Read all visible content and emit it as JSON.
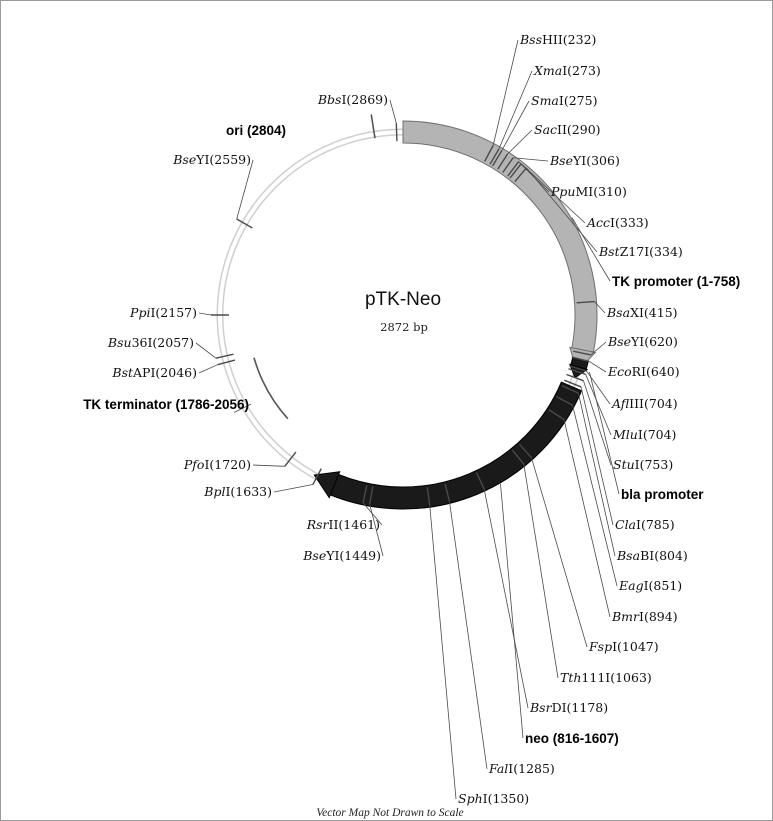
{
  "plasmid": {
    "name": "pTK-Neo",
    "size_label": "2872 bp",
    "length": 2872
  },
  "footer": "Vector Map Not Drawn to Scale",
  "features": [
    {
      "id": "tk-promoter",
      "label": "TK promoter (1-758)",
      "shape": "arrow",
      "color": "gray"
    },
    {
      "id": "bla-promoter",
      "label": "bla promoter",
      "shape": "arrow",
      "color": "black"
    },
    {
      "id": "neo",
      "label": "neo (816-1607)",
      "shape": "arrow",
      "color": "black"
    },
    {
      "id": "tk-terminator",
      "label": "TK terminator (1786-2056)",
      "shape": "mark"
    },
    {
      "id": "ori",
      "label": "ori (2804)",
      "shape": "mark"
    }
  ],
  "sites": [
    {
      "italic": "Bss",
      "rest": "HII",
      "pos": "(232)"
    },
    {
      "italic": "Xma",
      "rest": "I",
      "pos": "(273)"
    },
    {
      "italic": "Sma",
      "rest": "I",
      "pos": "(275)"
    },
    {
      "italic": "Sac",
      "rest": "II",
      "pos": "(290)"
    },
    {
      "italic": "Bse",
      "rest": "YI",
      "pos": "(306)"
    },
    {
      "italic": "Ppu",
      "rest": "MI",
      "pos": "(310)"
    },
    {
      "italic": "Acc",
      "rest": "I",
      "pos": "(333)"
    },
    {
      "italic": "Bst",
      "rest": "Z17I",
      "pos": "(334)"
    },
    {
      "italic": "Bsa",
      "rest": "XI",
      "pos": "(415)"
    },
    {
      "italic": "Bse",
      "rest": "YI",
      "pos": "(620)"
    },
    {
      "italic": "Eco",
      "rest": "RI",
      "pos": "(640)"
    },
    {
      "italic": "Afl",
      "rest": "III",
      "pos": "(704)"
    },
    {
      "italic": "Mlu",
      "rest": "I",
      "pos": "(704)"
    },
    {
      "italic": "Stu",
      "rest": "I",
      "pos": "(753)"
    },
    {
      "italic": "Cla",
      "rest": "I",
      "pos": "(785)"
    },
    {
      "italic": "Bsa",
      "rest": "BI",
      "pos": "(804)"
    },
    {
      "italic": "Eag",
      "rest": "I",
      "pos": "(851)"
    },
    {
      "italic": "Bmr",
      "rest": "I",
      "pos": "(894)"
    },
    {
      "italic": "Fsp",
      "rest": "I",
      "pos": "(1047)"
    },
    {
      "italic": "Tth",
      "rest": "111I",
      "pos": "(1063)"
    },
    {
      "italic": "Bsr",
      "rest": "DI",
      "pos": "(1178)"
    },
    {
      "italic": "Fal",
      "rest": "I",
      "pos": "(1285)"
    },
    {
      "italic": "Sph",
      "rest": "I",
      "pos": "(1350)"
    },
    {
      "italic": "Bse",
      "rest": "YI",
      "pos": "(1449)"
    },
    {
      "italic": "Rsr",
      "rest": "II",
      "pos": "(1461)"
    },
    {
      "italic": "Bpl",
      "rest": "I",
      "pos": "(1633)"
    },
    {
      "italic": "Pfo",
      "rest": "I",
      "pos": "(1720)"
    },
    {
      "italic": "Bst",
      "rest": "API",
      "pos": "(2046)"
    },
    {
      "italic": "Bsu",
      "rest": "36I",
      "pos": "(2057)"
    },
    {
      "italic": "Ppi",
      "rest": "I",
      "pos": "(2157)"
    },
    {
      "italic": "Bse",
      "rest": "YI",
      "pos": "(2559)"
    },
    {
      "italic": "Bbs",
      "rest": "I",
      "pos": "(2869)"
    }
  ]
}
